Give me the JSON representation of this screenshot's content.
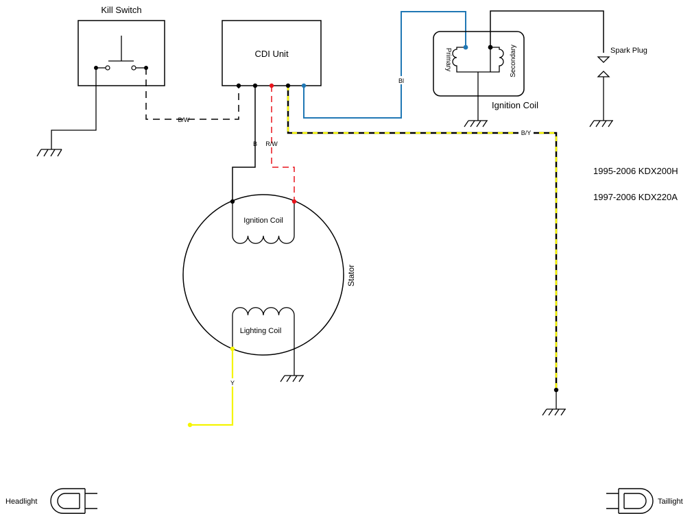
{
  "components": {
    "kill_switch": "Kill Switch",
    "cdi_unit": "CDI Unit",
    "ignition_coil": "Ignition Coil",
    "spark_plug": "Spark Plug",
    "stator": "Stator",
    "stator_ignition_coil": "Ignition Coil",
    "lighting_coil": "Lighting Coil",
    "primary": "Primary",
    "secondary": "Secondary",
    "headlight": "Headlight",
    "taillight": "Taillight"
  },
  "wires": {
    "bw": "B/W",
    "b": "B",
    "rw": "R/W",
    "bl": "Bl",
    "by": "B/Y",
    "y": "Y"
  },
  "models": [
    "1995-2006 KDX200H",
    "1997-2006 KDX220A"
  ],
  "colors": {
    "black": "#000000",
    "red": "#e8141c",
    "blue": "#1f77b4",
    "yellow": "#f5f500"
  }
}
